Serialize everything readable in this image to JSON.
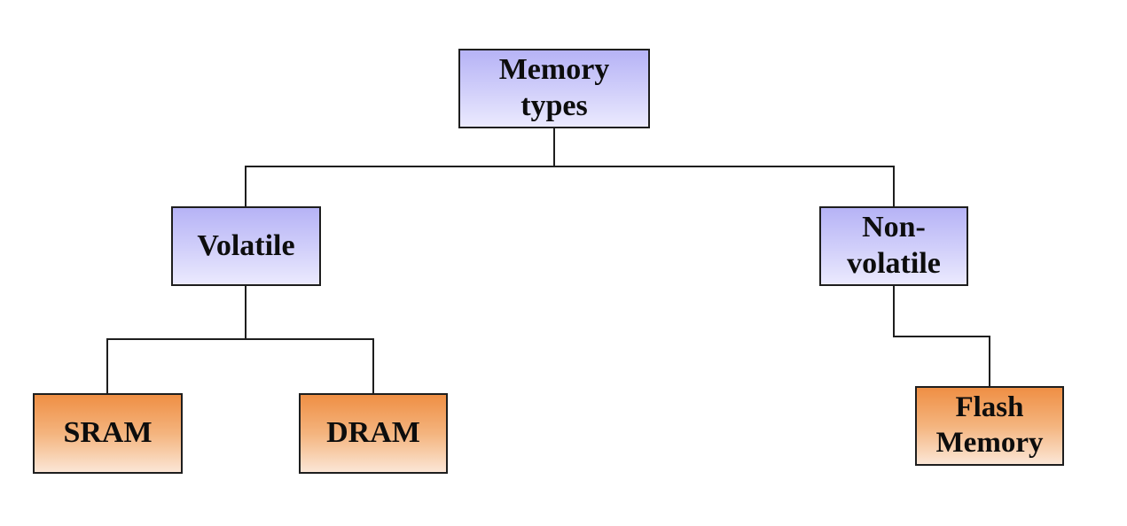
{
  "diagram": {
    "root": {
      "lines": [
        "Memory",
        "types"
      ]
    },
    "volatile": {
      "lines": [
        "Volatile"
      ]
    },
    "non_volatile": {
      "lines": [
        "Non-",
        "volatile"
      ]
    },
    "sram": {
      "lines": [
        "SRAM"
      ]
    },
    "dram": {
      "lines": [
        "DRAM"
      ]
    },
    "flash": {
      "lines": [
        "Flash",
        "Memory"
      ]
    }
  },
  "colors": {
    "category_box": "#c9c7f9",
    "leaf_box": "#f4b47e",
    "connector": "#1e1e1e"
  }
}
